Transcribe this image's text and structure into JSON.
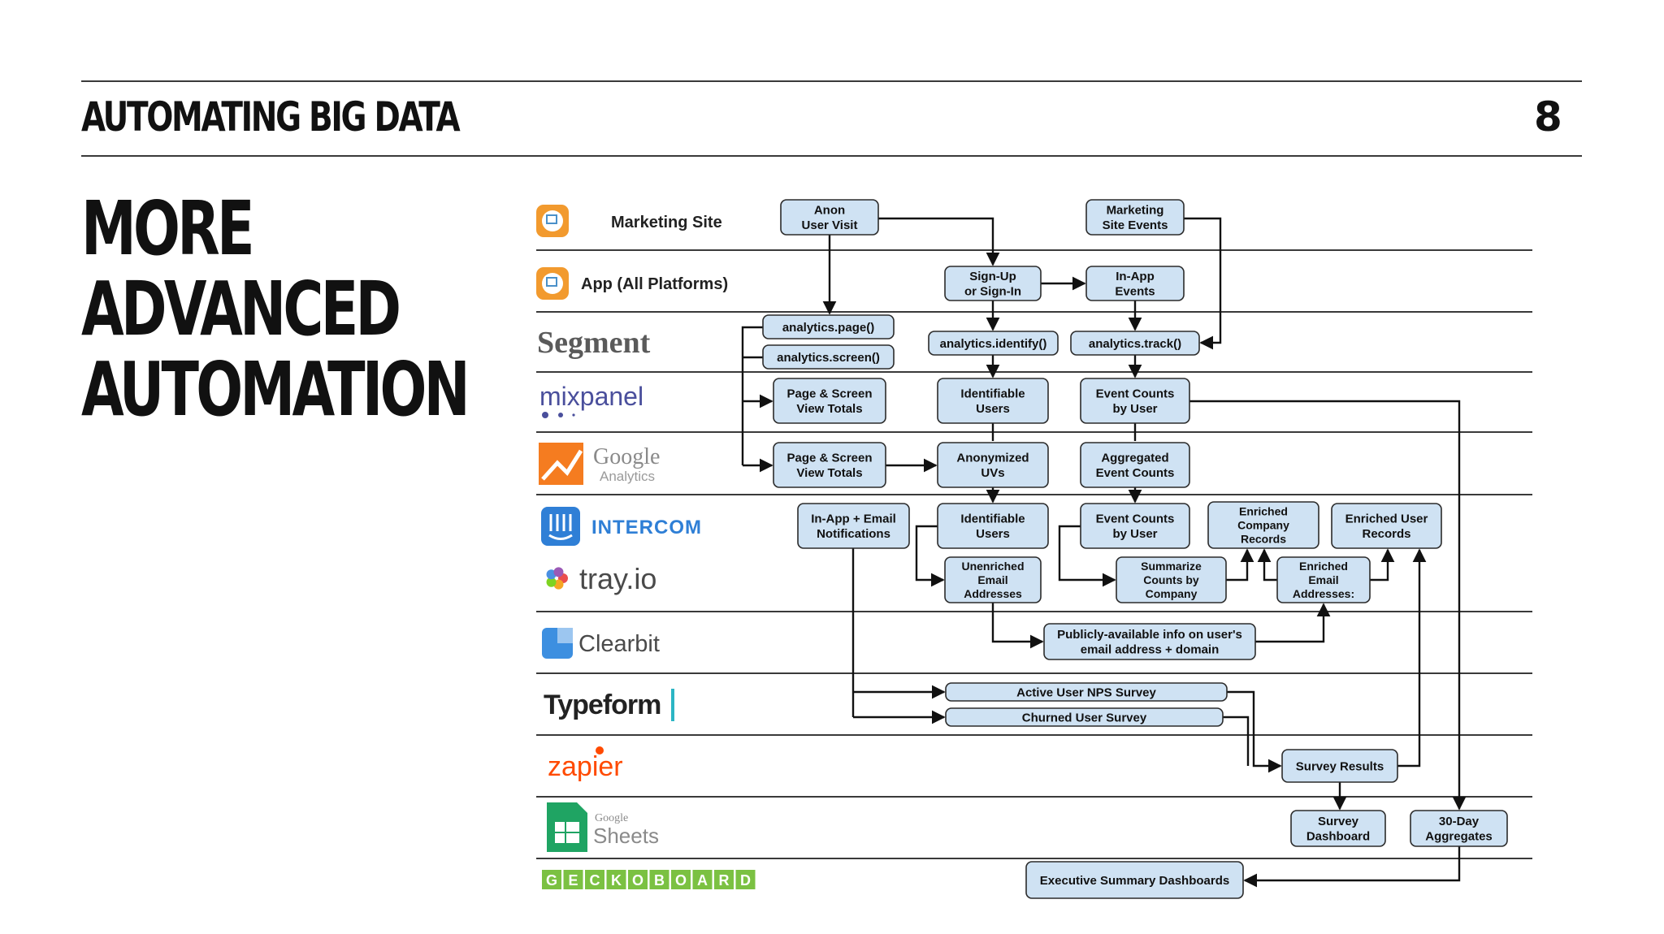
{
  "header": {
    "title": "AUTOMATING BIG DATA",
    "page_number": "8"
  },
  "heading": {
    "lines": [
      "MORE",
      "ADVANCED",
      "AUTOMATION"
    ]
  },
  "diagram": {
    "box_fill": "#cfe2f3",
    "box_stroke": "#2b2b2b",
    "lanes": [
      {
        "label": "Marketing Site",
        "icon": "marketing-site-icon"
      },
      {
        "label": "App (All Platforms)",
        "icon": "app-platforms-icon"
      },
      {
        "label": "Segment",
        "icon": "segment-logo"
      },
      {
        "label": "mixpanel",
        "icon": "mixpanel-logo"
      },
      {
        "label": "Google",
        "sublabel": "Analytics",
        "icon": "google-analytics-logo"
      },
      {
        "label": "INTERCOM",
        "icon": "intercom-logo"
      },
      {
        "label": "tray.io",
        "icon": "trayio-logo"
      },
      {
        "label": "Clearbit",
        "icon": "clearbit-logo"
      },
      {
        "label": "Typeform",
        "icon": "typeform-logo"
      },
      {
        "label": "zapier",
        "icon": "zapier-logo"
      },
      {
        "label": "Sheets",
        "sublabel": "Google",
        "icon": "google-sheets-logo"
      },
      {
        "label": "GECKOBOARD",
        "icon": "geckoboard-logo"
      }
    ],
    "nodes": {
      "anon_visit": "Anon\nUser Visit",
      "marketing_events": "Marketing\nSite Events",
      "signup": "Sign-Up\nor Sign-In",
      "inapp_events": "In-App\nEvents",
      "page_call": "analytics.page()",
      "screen_call": "analytics.screen()",
      "identify_call": "analytics.identify()",
      "track_call": "analytics.track()",
      "mp_totals": "Page & Screen\nView Totals",
      "mp_users": "Identifiable\nUsers",
      "mp_events": "Event Counts\nby User",
      "ga_totals": "Page & Screen\nView Totals",
      "ga_uvs": "Anonymized\nUVs",
      "ga_events": "Aggregated\nEvent Counts",
      "ic_notify": "In-App + Email\nNotifications",
      "ic_users": "Identifiable\nUsers",
      "ic_events": "Event Counts\nby User",
      "ic_company": "Enriched\nCompany\nRecords",
      "ic_user_records": "Enriched User\nRecords",
      "tr_unenriched": "Unenriched\nEmail\nAddresses",
      "tr_summarize": "Summarize\nCounts by\nCompany",
      "tr_enriched_email": "Enriched\nEmail\nAddresses:",
      "cb_info": "Publicly-available info on user's\nemail address + domain",
      "tf_nps": "Active User NPS Survey",
      "tf_churn": "Churned User Survey",
      "zp_results": "Survey Results",
      "gs_dashboard": "Survey\nDashboard",
      "gs_aggregates": "30-Day\nAggregates",
      "gb_exec": "Executive Summary Dashboards"
    }
  }
}
